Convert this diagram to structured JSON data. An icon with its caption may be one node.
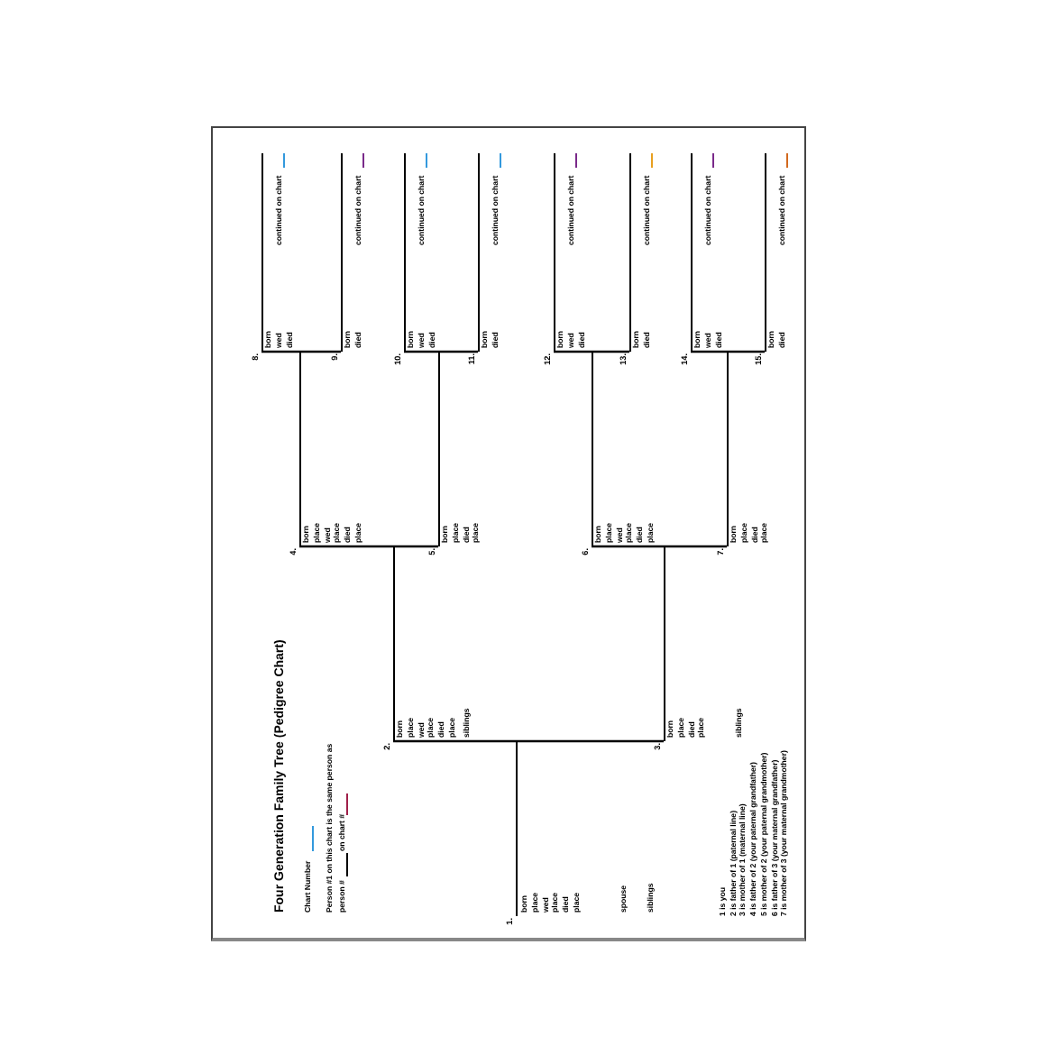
{
  "diagram": {
    "title": "Four Generation Family Tree (Pedigree Chart)",
    "nodes": [
      {
        "text": [
          "1.",
          "born",
          "place",
          "wed",
          "place",
          "died",
          "place",
          "spouse",
          "siblings"
        ]
      },
      {
        "text": [
          "2.",
          "born",
          "place",
          "wed",
          "place",
          "died",
          "place",
          "siblings"
        ]
      },
      {
        "text": [
          "3.",
          "born",
          "place",
          "died",
          "place",
          "siblings"
        ]
      },
      {
        "text": [
          "4.",
          "born",
          "place",
          "wed",
          "place",
          "died",
          "place"
        ]
      },
      {
        "text": [
          "5.",
          "born",
          "place",
          "died",
          "place"
        ]
      },
      {
        "text": [
          "6.",
          "born",
          "place",
          "wed",
          "place",
          "died",
          "place"
        ]
      },
      {
        "text": [
          "7.",
          "born",
          "place",
          "died",
          "place"
        ]
      },
      {
        "text": [
          "8.",
          "born",
          "wed",
          "died"
        ],
        "beside": [
          "continued on chart"
        ]
      },
      {
        "text": [
          "9.",
          "born",
          "died"
        ],
        "beside": [
          "continued on chart"
        ]
      },
      {
        "text": [
          "10.",
          "born",
          "wed",
          "died"
        ],
        "beside": [
          "continued on chart"
        ]
      },
      {
        "text": [
          "11.",
          "born",
          "died"
        ],
        "beside": [
          "continued on chart"
        ]
      },
      {
        "text": [
          "12.",
          "born",
          "wed",
          "died"
        ],
        "beside": [
          "continued on chart"
        ]
      },
      {
        "text": [
          "13.",
          "born",
          "died"
        ],
        "beside": [
          "continued on chart"
        ]
      },
      {
        "text": [
          "14.",
          "born",
          "wed",
          "died"
        ],
        "beside": [
          "continued on chart"
        ]
      },
      {
        "text": [
          "15.",
          "born",
          "died"
        ],
        "beside": [
          "continued on chart"
        ]
      }
    ],
    "edges": [
      {
        "from": 0,
        "to": 1,
        "arrow": "none"
      },
      {
        "from": 0,
        "to": 2,
        "arrow": "none"
      },
      {
        "from": 1,
        "to": 3,
        "arrow": "none"
      },
      {
        "from": 1,
        "to": 4,
        "arrow": "none"
      },
      {
        "from": 2,
        "to": 5,
        "arrow": "none"
      },
      {
        "from": 2,
        "to": 6,
        "arrow": "none"
      },
      {
        "from": 3,
        "to": 7,
        "arrow": "none"
      },
      {
        "from": 3,
        "to": 8,
        "arrow": "none"
      },
      {
        "from": 4,
        "to": 9,
        "arrow": "none"
      },
      {
        "from": 4,
        "to": 10,
        "arrow": "none"
      },
      {
        "from": 5,
        "to": 11,
        "arrow": "none"
      },
      {
        "from": 5,
        "to": 12,
        "arrow": "none"
      },
      {
        "from": 6,
        "to": 13,
        "arrow": "none"
      },
      {
        "from": 6,
        "to": 14,
        "arrow": "none"
      }
    ],
    "labels": [
      "Chart Number",
      "Person #1 on this chart is the same person as",
      "person #",
      "on chart #",
      "1 is you",
      "2 is father of 1 (paternal line)",
      "3 is mother of 1 (maternal line)",
      "4 is father of 2 (your paternal grandfather)",
      "5 is mother of 2 (your paternal grandmother)",
      "6 is father of 3 (your maternal grandfather)",
      "7 is mother of 3 (your maternal grandmother)"
    ]
  }
}
